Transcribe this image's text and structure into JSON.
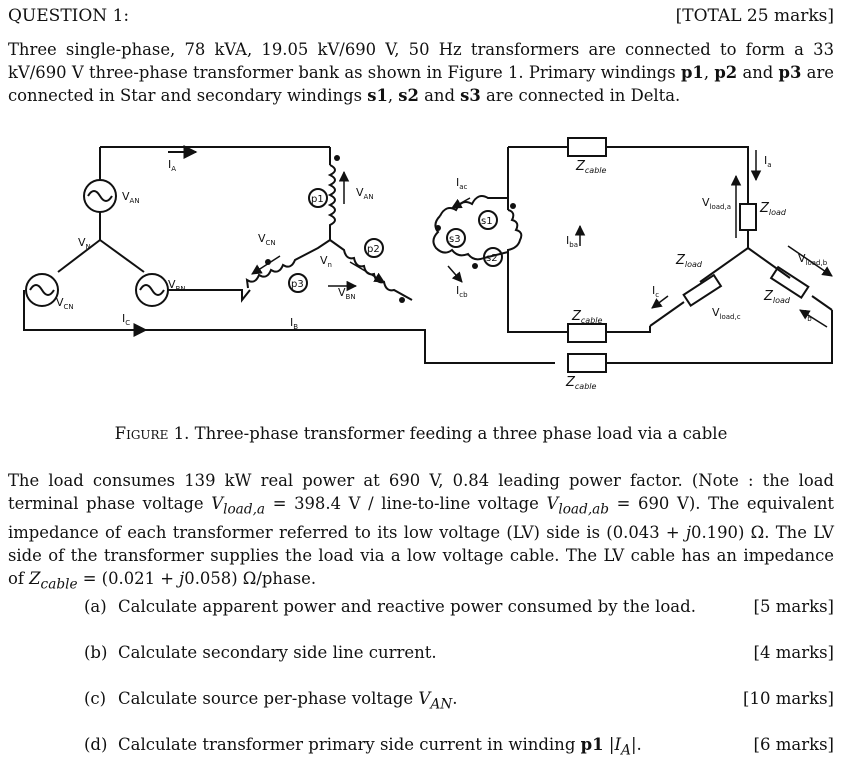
{
  "header": {
    "question": "QUESTION 1:",
    "total": "[TOTAL 25 marks]"
  },
  "intro": {
    "t1": "Three single-phase, 78 kVA, 19.05 kV/690 V, 50 Hz transformers are connected to form a 33 kV/690 V three-phase transformer bank as shown in Figure 1. Primary windings ",
    "p1": "p1",
    "c1": ", ",
    "p2": "p2",
    "c2": " and ",
    "p3": "p3",
    "t2": " are connected in Star and secondary windings ",
    "s1": "s1",
    "c3": ", ",
    "s2": "s2",
    "c4": " and ",
    "s3": "s3",
    "t3": " are connected in Delta."
  },
  "figure": {
    "caption_label": "Figure 1.",
    "caption_text": " Three-phase transformer feeding a three phase load via a cable",
    "labels": {
      "IA": "I",
      "IA_sub": "A",
      "VAN": "V",
      "VAN_sub": "AN",
      "VN": "V",
      "VN_sub": "N",
      "VBN": "V",
      "VBN_sub": "BN",
      "VCN": "V",
      "VCN_sub": "CN",
      "IC": "I",
      "IC_sub": "C",
      "IB": "I",
      "IB_sub": "B",
      "p1": "p1",
      "p2": "p2",
      "p3": "p3",
      "VAN2": "V",
      "VAN2_sub": "AN",
      "VCN2": "V",
      "VCN2_sub": "CN",
      "Vn": "V",
      "Vn_sub": "n",
      "VBN2": "V",
      "VBN2_sub": "BN",
      "Iac": "I",
      "Iac_sub": "ac",
      "s1": "s1",
      "s2": "s2",
      "s3": "s3",
      "Icb": "I",
      "Icb_sub": "cb",
      "Iba": "I",
      "Iba_sub": "ba",
      "Zcable1": "Z",
      "Zcable1_sub": "cable",
      "Zcable2": "Z",
      "Zcable2_sub": "cable",
      "Zcable3": "Z",
      "Zcable3_sub": "cable",
      "Ia": "I",
      "Ia_sub": "a",
      "Vloada": "V",
      "Vloada_sub": "load,a",
      "Zload1": "Z",
      "Zload1_sub": "load",
      "Zload2": "Z",
      "Zload2_sub": "load",
      "Zload3": "Z",
      "Zload3_sub": "load",
      "Vloadb": "V",
      "Vloadb_sub": "load,b",
      "Vloadc": "V",
      "Vloadc_sub": "load,c",
      "Ic2": "I",
      "Ic2_sub": "c",
      "Ib": "I",
      "Ib_sub": "b"
    }
  },
  "load_text": {
    "t1": "The load consumes 139 kW real power at 690 V, 0.84 leading power factor. (Note : the load terminal phase voltage ",
    "v1": "V",
    "v1sub": "load,a",
    "t2": " = 398.4 V / line-to-line voltage ",
    "v2": "V",
    "v2sub": "load,ab",
    "t3": " = 690 V). The equivalent impedance of each transformer referred to its low voltage (LV) side is (0.043 + ",
    "j1": "j",
    "t4": "0.190) Ω. The LV side of the transformer supplies the load via a low voltage cable. The LV cable has an impedance of ",
    "z": "Z",
    "zsub": "cable",
    "t5": " = (0.021 + ",
    "j2": "j",
    "t6": "0.058) Ω/phase."
  },
  "questions": [
    {
      "label": "(a)",
      "text": "Calculate apparent power and reactive power consumed by the load.",
      "marks": "[5 marks]"
    },
    {
      "label": "(b)",
      "text": "Calculate secondary side line current.",
      "marks": "[4 marks]"
    },
    {
      "label": "(c)",
      "text": "Calculate source per-phase voltage ",
      "var": "V",
      "varsub": "AN",
      "end": ".",
      "marks": "[10 marks]"
    },
    {
      "label": "(d)",
      "text": "Calculate transformer primary side current in winding ",
      "bold": "p1",
      "abs1": " |",
      "var": "I",
      "varsub": "A",
      "abs2": "|.",
      "marks": "[6 marks]"
    }
  ]
}
